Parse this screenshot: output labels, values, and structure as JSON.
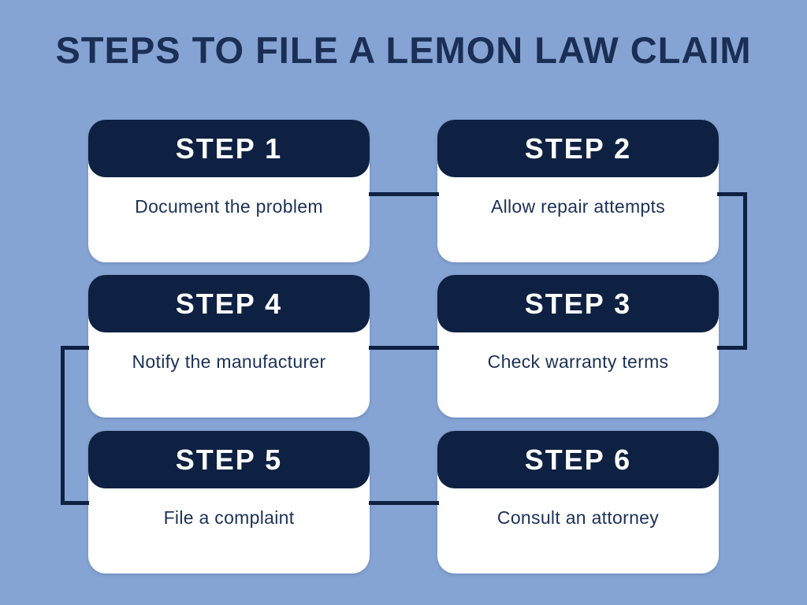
{
  "title": "STEPS TO FILE A LEMON LAW CLAIM",
  "colors": {
    "background": "#85a4d4",
    "navy": "#0e2142",
    "card_background": "#ffffff",
    "title_text": "#1b2e54",
    "body_text": "#1c3156",
    "header_text": "#ffffff"
  },
  "steps": [
    {
      "label": "STEP 1",
      "description": "Document the problem",
      "position": "row-1-left"
    },
    {
      "label": "STEP 2",
      "description": "Allow repair attempts",
      "position": "row-1-right"
    },
    {
      "label": "STEP 3",
      "description": "Check warranty terms",
      "position": "row-2-right"
    },
    {
      "label": "STEP 4",
      "description": "Notify the manufacturer",
      "position": "row-2-left"
    },
    {
      "label": "STEP 5",
      "description": "File a complaint",
      "position": "row-3-left"
    },
    {
      "label": "STEP 6",
      "description": "Consult an attorney",
      "position": "row-3-right"
    }
  ],
  "connectors": [
    "step-1-to-step-2",
    "step-2-to-step-3",
    "step-3-to-step-4",
    "step-4-to-step-5",
    "step-5-to-step-6"
  ]
}
